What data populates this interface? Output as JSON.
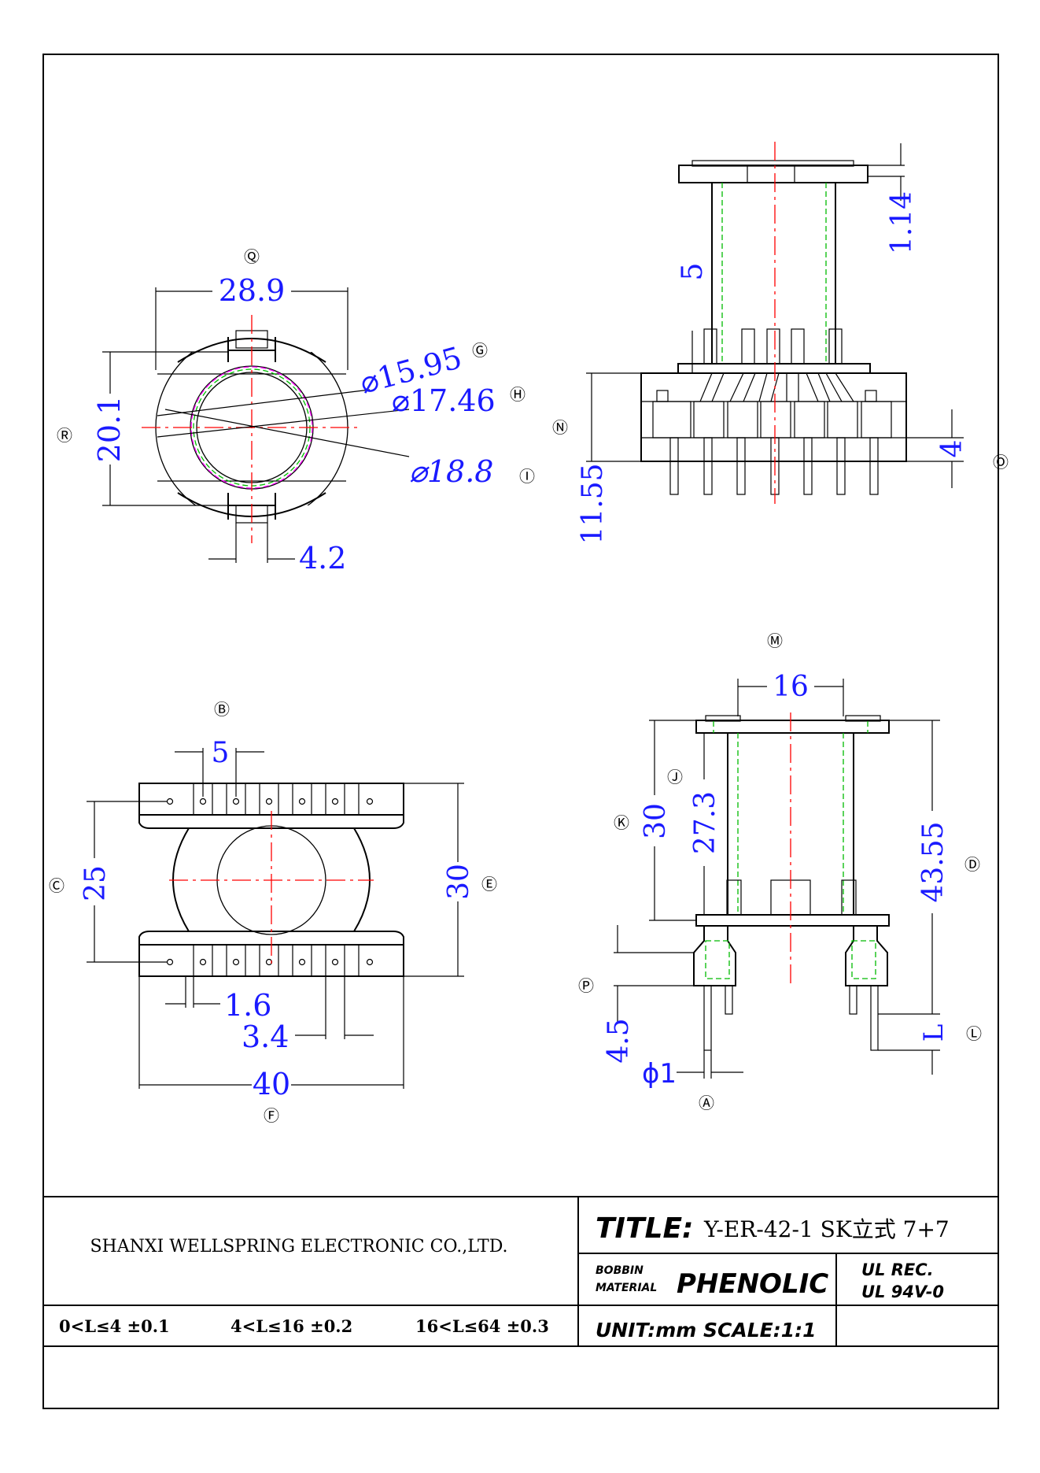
{
  "dimensions": {
    "q_width": "28.9",
    "d_15_95": "⌀15.95",
    "d_17_46": "⌀17.46",
    "d_18_8": "⌀18.8",
    "r_height": "20.1",
    "slot_width": "4.2",
    "pin_height_1_14": "1.14",
    "offset_5": "5",
    "base_height_11_55": "11.55",
    "o_height_4": "4",
    "m_width_16": "16",
    "j_height_27_3": "27.3",
    "k_height_30": "30",
    "d_height_43_55": "43.55",
    "p_height_4_5": "4.5",
    "pin_diameter": "ϕ1",
    "l_length": "L",
    "pitch_5": "5",
    "c_height_25": "25",
    "e_height_30": "30",
    "pin_width_1_6": "1.6",
    "pitch_3_4": "3.4",
    "f_width_40": "40"
  },
  "markers": {
    "q": "Ⓠ",
    "g": "Ⓖ",
    "h": "Ⓗ",
    "i": "Ⓘ",
    "r": "Ⓡ",
    "n": "Ⓝ",
    "o": "Ⓞ",
    "m": "Ⓜ",
    "j": "Ⓙ",
    "k": "Ⓚ",
    "d": "Ⓓ",
    "p": "Ⓟ",
    "l": "Ⓛ",
    "a": "Ⓐ",
    "b": "Ⓑ",
    "c": "Ⓒ",
    "e": "Ⓔ",
    "f": "Ⓕ"
  },
  "title_block": {
    "company": "SHANXI WELLSPRING ELECTRONIC CO.,LTD.",
    "title_label": "TITLE:",
    "title_value": "Y-ER-42-1 SK立式 7+7",
    "bobbin_label_1": "BOBBIN",
    "bobbin_label_2": "MATERIAL",
    "material": "PHENOLIC",
    "ul_1": "UL REC.",
    "ul_2": "UL 94V-0",
    "tol_1": "0<L≤4  ±0.1",
    "tol_2": "4<L≤16  ±0.2",
    "tol_3": "16<L≤64  ±0.3",
    "unit_scale": "UNIT:mm SCALE:1:1"
  }
}
